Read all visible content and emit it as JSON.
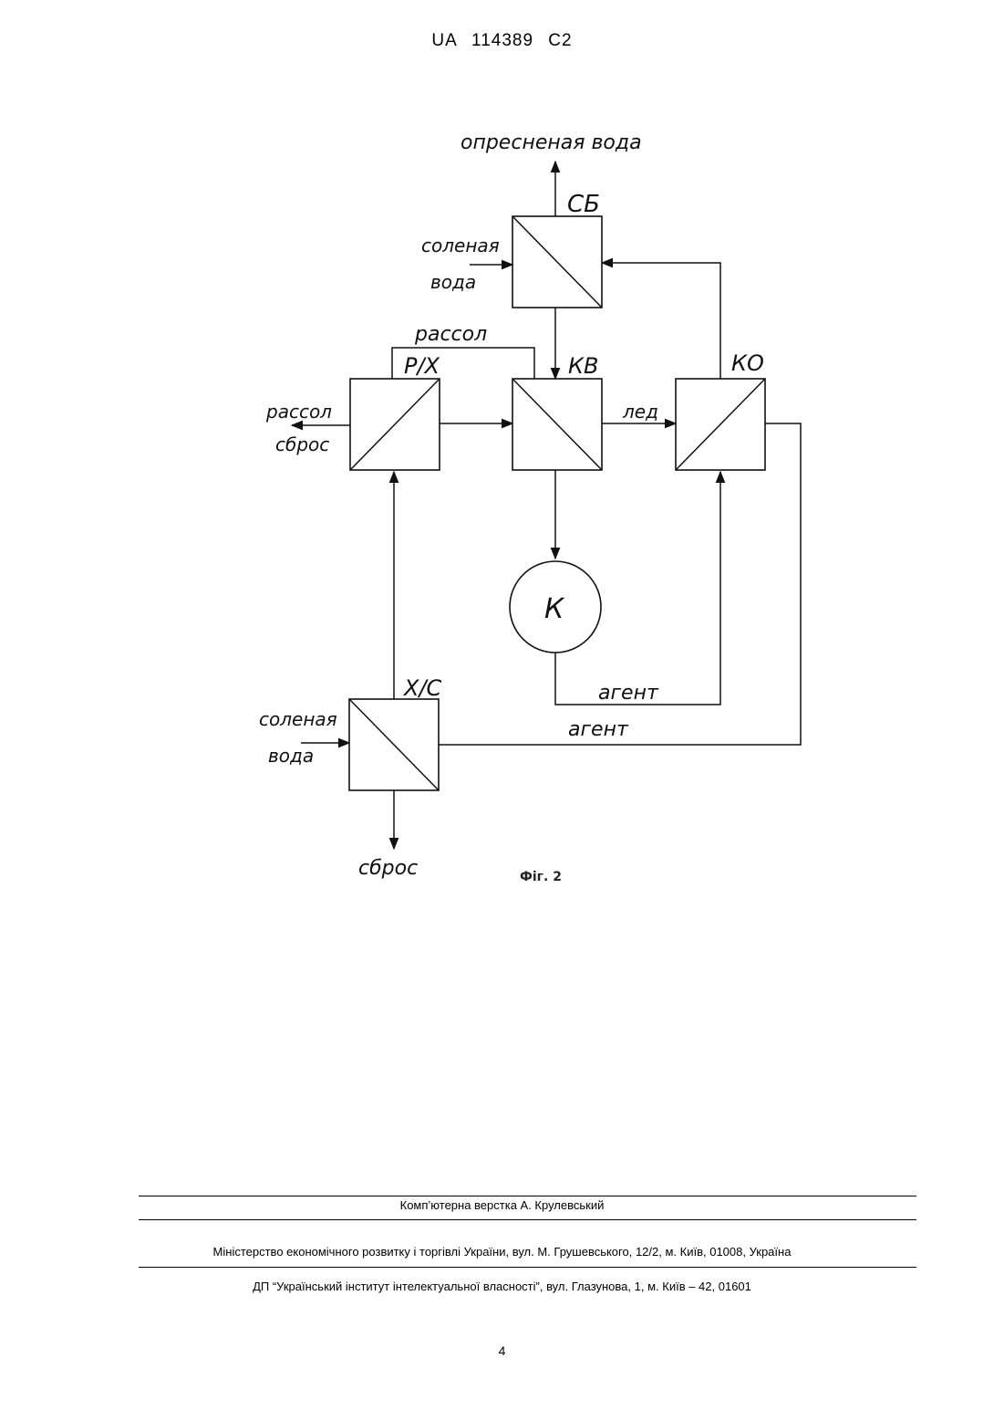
{
  "header": {
    "patent_number": "UA   114389   C2"
  },
  "diagram": {
    "blocks": {
      "sb": "СБ",
      "rx": "Р/Х",
      "kv": "КВ",
      "ko": "КО",
      "k": "К",
      "xc": "Х/С"
    },
    "labels": {
      "desalinated_water": "опресненая вода",
      "salt_water_top_line1": "соленая",
      "salt_water_top_line2": "вода",
      "brine_top": "рассол",
      "brine_left": "рассол",
      "discharge_left": "сброс",
      "ice": "лед",
      "agent_inner": "агент",
      "agent_outer": "агент",
      "salt_water_bottom_line1": "соленая",
      "salt_water_bottom_line2": "вода",
      "discharge_bottom": "сброс"
    },
    "caption": "Фіг. 2"
  },
  "footer": {
    "layout_credit": "Комп’ютерна верстка А. Крулевський",
    "ministry": "Міністерство економічного розвитку і торгівлі України, вул. М. Грушевського, 12/2, м. Київ, 01008, Україна",
    "institute": "ДП “Український інститут інтелектуальної власності”, вул. Глазунова, 1, м. Київ – 42, 01601"
  },
  "page_number": "4"
}
